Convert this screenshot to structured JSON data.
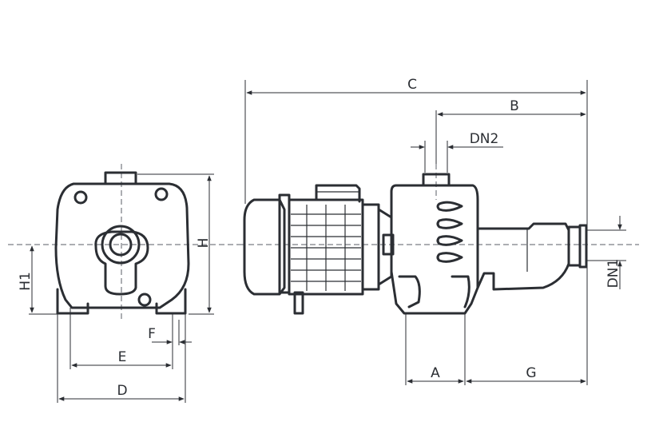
{
  "labels": {
    "C": "C",
    "B": "B",
    "DN2": "DN2",
    "H": "H",
    "H1": "H1",
    "F": "F",
    "E": "E",
    "D": "D",
    "A": "A",
    "G": "G",
    "DN1": "DN1"
  },
  "colors": {
    "line": "#2b2e33",
    "background": "#ffffff"
  }
}
